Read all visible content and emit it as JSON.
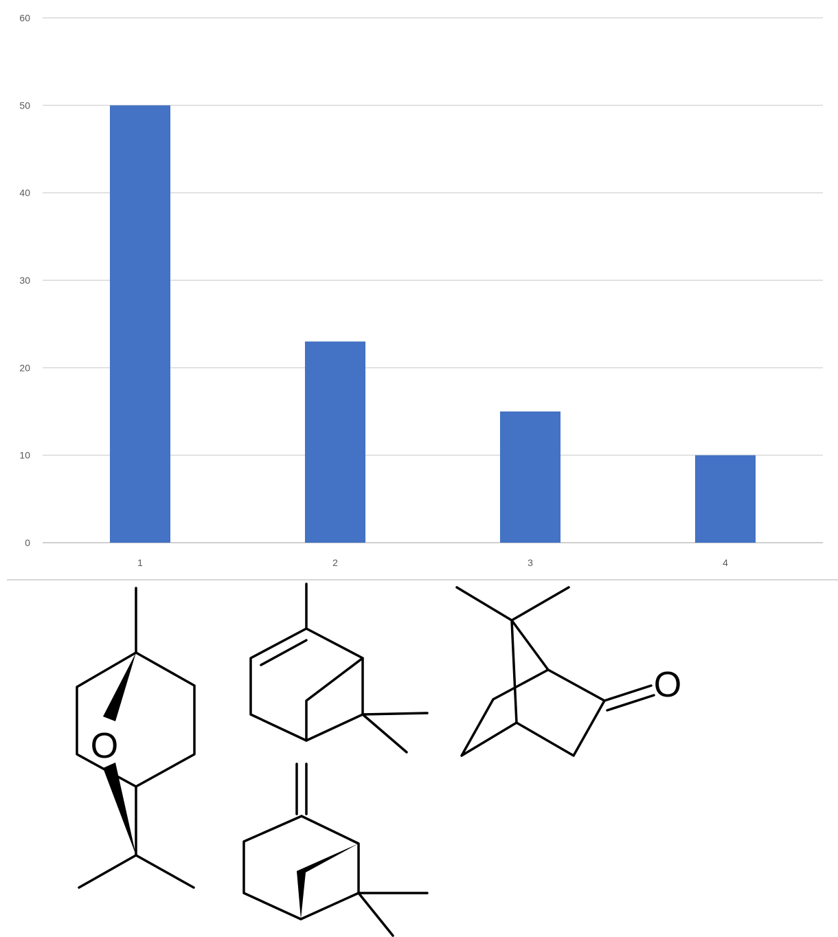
{
  "chart_data": {
    "type": "bar",
    "categories": [
      "1",
      "2",
      "3",
      "4"
    ],
    "values": [
      50,
      23,
      15,
      10
    ],
    "ylim": [
      0,
      60
    ],
    "yticks": [
      0,
      10,
      20,
      30,
      40,
      50,
      60
    ],
    "grid": true,
    "colors": {
      "bar": "#4472C4",
      "grid": "#d9d9d9",
      "axis": "#bfbfbf"
    }
  },
  "molecules": {
    "atom_labels": {
      "oxygen_1": "O",
      "oxygen_3": "O"
    }
  }
}
